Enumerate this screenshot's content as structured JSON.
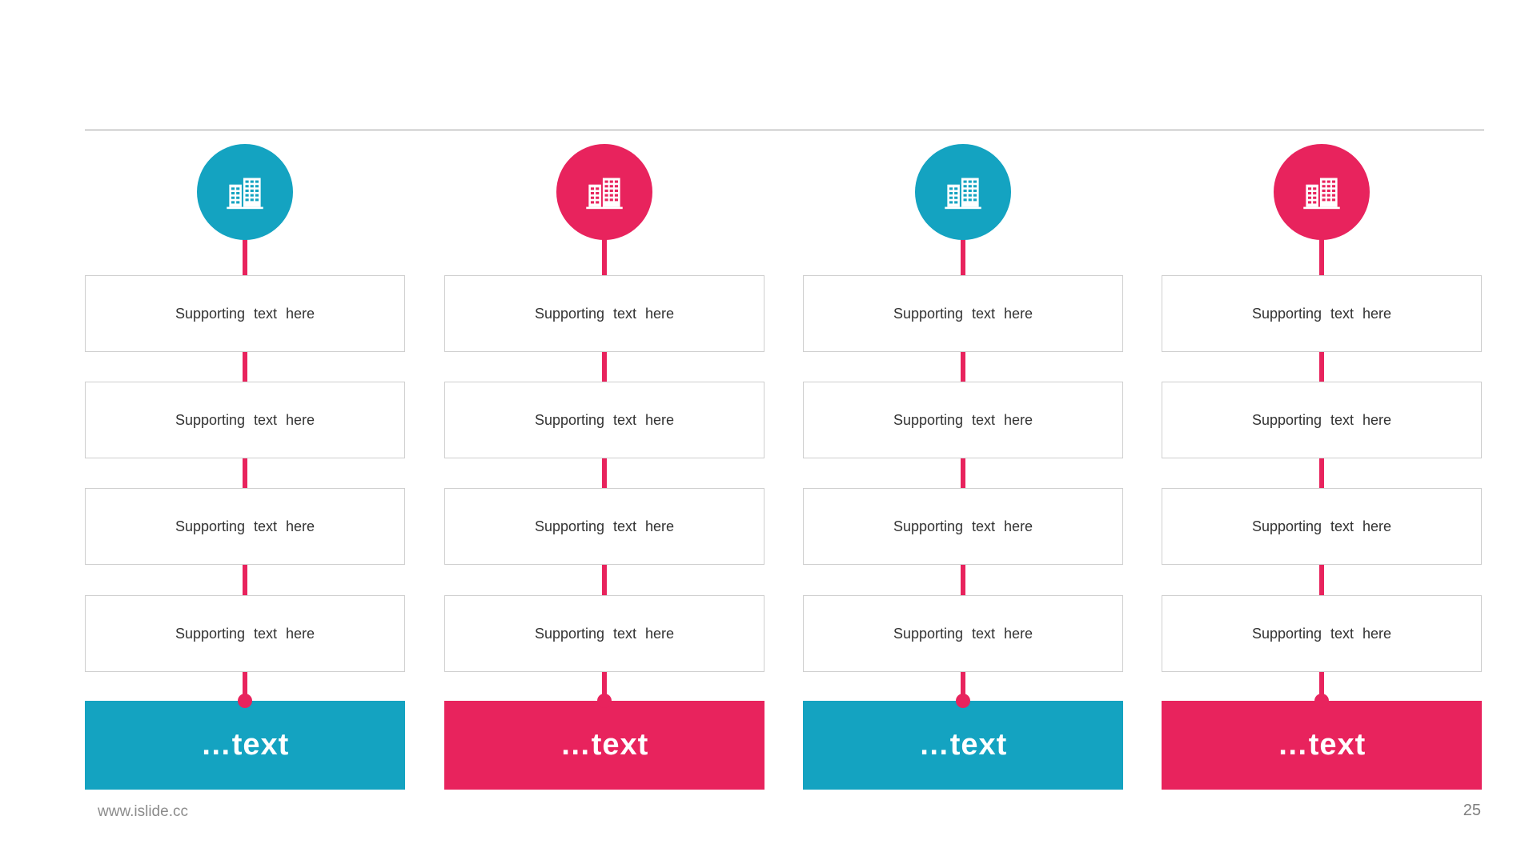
{
  "slide": {
    "website": "www.islide.cc",
    "page_number": "25"
  },
  "colors": {
    "teal": "#14A3C1",
    "pink": "#E8235D",
    "connector": "#E8235D",
    "box_border": "#CFCFCF"
  },
  "columns": [
    {
      "accent_color": "#14A3C1",
      "icon": "building-icon",
      "boxes": [
        "Supporting text here",
        "Supporting text here",
        "Supporting text here",
        "Supporting text here"
      ],
      "footer_label": "…text"
    },
    {
      "accent_color": "#E8235D",
      "icon": "building-icon",
      "boxes": [
        "Supporting text here",
        "Supporting text here",
        "Supporting text here",
        "Supporting text here"
      ],
      "footer_label": "…text"
    },
    {
      "accent_color": "#14A3C1",
      "icon": "building-icon",
      "boxes": [
        "Supporting text here",
        "Supporting text here",
        "Supporting text here",
        "Supporting text here"
      ],
      "footer_label": "…text"
    },
    {
      "accent_color": "#E8235D",
      "icon": "building-icon",
      "boxes": [
        "Supporting text here",
        "Supporting text here",
        "Supporting text here",
        "Supporting text here"
      ],
      "footer_label": "…text"
    }
  ]
}
